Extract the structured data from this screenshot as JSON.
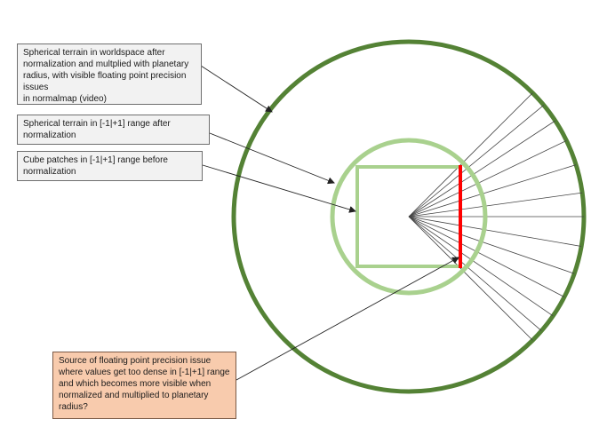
{
  "callouts": {
    "worldspace": "Spherical terrain in worldspace after normalization and multplied with planetary radius, with visible floating point precision issues\nin normalmap (video)",
    "normalized": "Spherical terrain in [-1|+1] range after normalization",
    "cube": "Cube patches in [-1|+1] range before normalization",
    "source": "Source of floating point precision issue where values get too dense in [-1|+1] range and which becomes more visible when normalized and multiplied to planetary radius?"
  },
  "colors": {
    "outer_circle": "#548235",
    "inner_circle": "#a9d18e",
    "cube_square": "#a9d18e",
    "precision_edge": "#ff0000",
    "source_box": "#f8cbad",
    "label_box": "#f2f2f2"
  }
}
